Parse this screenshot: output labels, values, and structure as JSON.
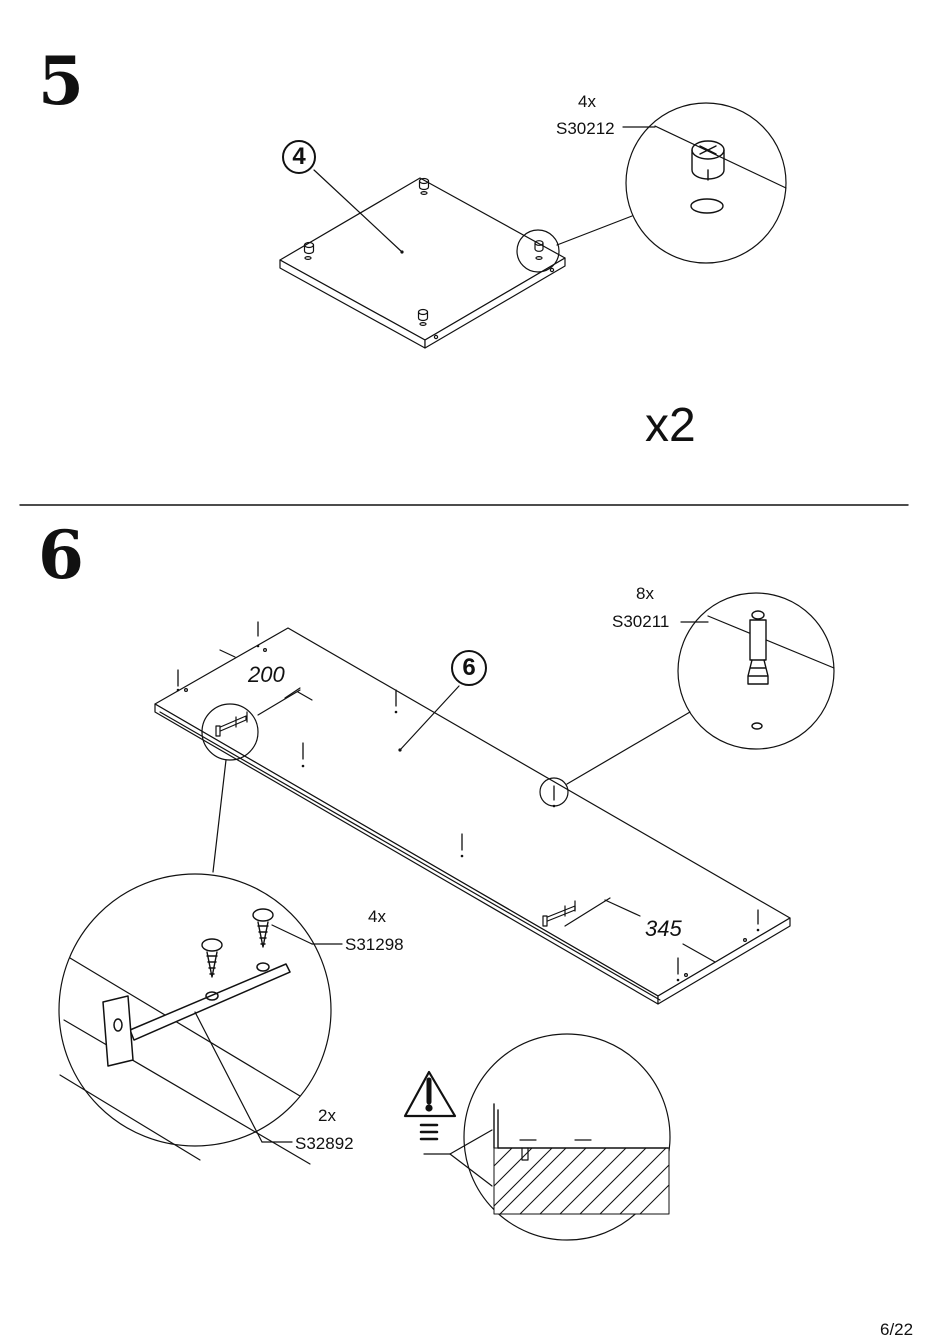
{
  "step5": {
    "number": "5",
    "panel_callout": "4",
    "part_qty": "4x",
    "part_code": "S30212",
    "multiplier": "x2"
  },
  "step6": {
    "number": "6",
    "panel_callout": "6",
    "dowel_qty": "8x",
    "dowel_code": "S30211",
    "dim_left": "200",
    "dim_right": "345",
    "screw_qty": "4x",
    "screw_code": "S31298",
    "bracket_qty": "2x",
    "bracket_code": "S32892",
    "warning_icon": "warning-triangle-icon"
  },
  "footer": {
    "page_number": "6/22"
  }
}
